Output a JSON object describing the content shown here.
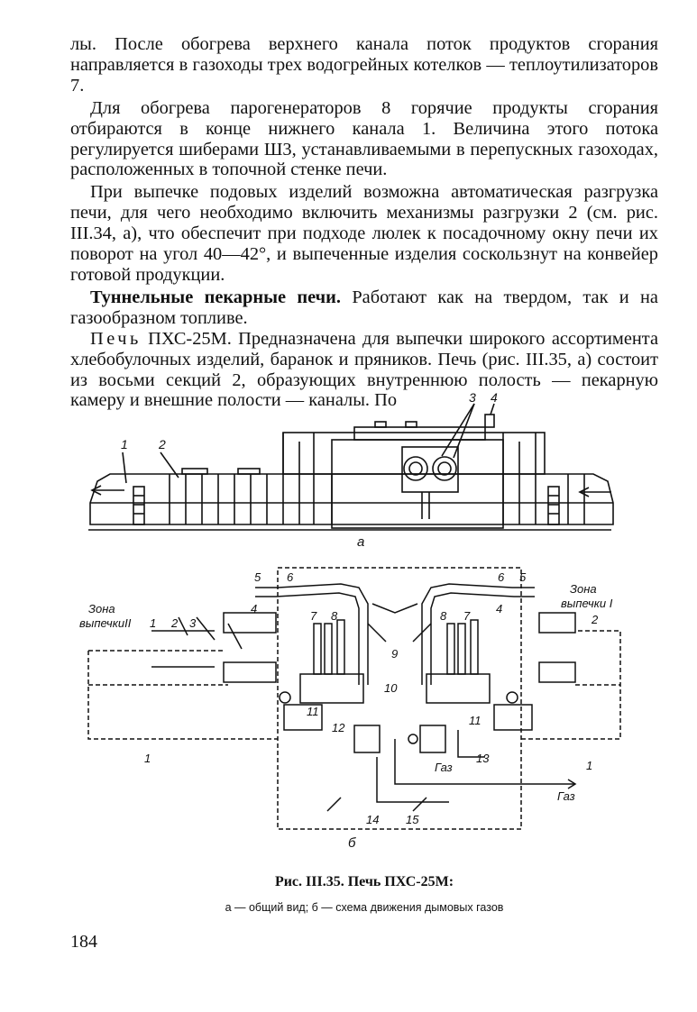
{
  "paragraphs": {
    "p1": "лы. После обогрева верхнего канала поток продуктов сгорания направляется в газоходы трех водогрейных котелков — теплоутилизаторов 7.",
    "p2": "Для обогрева парогенераторов 8 горячие продукты сгорания отбираются в конце нижнего канала 1. Величина этого потока регулируется шиберами Ш3, устанавливаемыми в перепускных газоходах, расположенных в топочной стенке печи.",
    "p3": "При выпечке подовых изделий возможна автоматическая разгрузка печи, для чего необходимо включить механизмы разгрузки 2 (см. рис. III.34, а), что обеспечит при подходе люлек к посадочному окну печи их поворот на угол 40—42°, и выпеченные изделия соскользнут на конвейер готовой продукции.",
    "p4_bold": "Туннельные пекарные печи.",
    "p4_rest": " Работают как на твердом, так и на газообразном топливе.",
    "p5_spaced": "Печь",
    "p5_rest": " ПХС-25М. Предназначена для выпечки широкого ассортимента хлебобулочных изделий, баранок и пряников. Печь (рис. III.35, а) состоит из восьми секций 2, образующих внутреннюю полость — пекарную камеру и внешние полости — каналы. По"
  },
  "figure": {
    "labels_a": {
      "n1": "1",
      "n2": "2",
      "n3": "3",
      "n4": "4",
      "sub": "а"
    },
    "labels_b": {
      "zone2_a": "Зона",
      "zone2_b": "выпечкиII",
      "zone1_a": "Зона",
      "zone1_b": "выпечки I",
      "n1": "1",
      "n2": "2",
      "n3": "3",
      "n4": "4",
      "n5": "5",
      "n6": "6",
      "n7": "7",
      "n8": "8",
      "n9": "9",
      "n10": "10",
      "n11": "11",
      "n12": "12",
      "n13": "13",
      "n14": "14",
      "n15": "15",
      "gas": "Газ",
      "sub": "б"
    }
  },
  "caption": {
    "title": "Рис. III.35. Печь ПХС-25М:",
    "sub": "а — общий вид; б — схема движения дымовых газов"
  },
  "page_number": "184"
}
